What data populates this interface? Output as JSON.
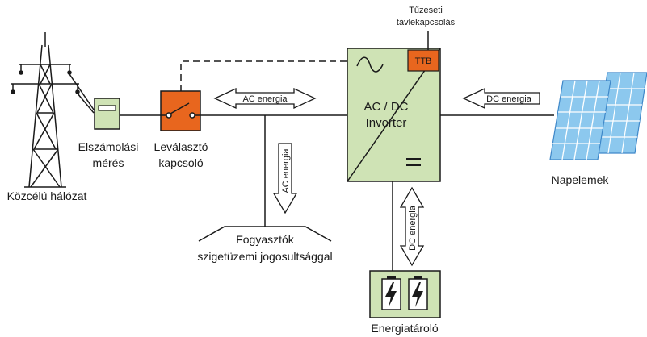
{
  "labels": {
    "grid": "Közcélú hálózat",
    "meter_line1": "Elszámolási",
    "meter_line2": "mérés",
    "switch_line1": "Leválasztó",
    "switch_line2": "kapcsoló",
    "consumers_line1": "Fogyasztók",
    "consumers_line2": "szigetüzemi jogosultsággal",
    "inverter_line1": "AC / DC",
    "inverter_line2": "Inverter",
    "ttb": "TTB",
    "fire_line1": "Tűzeseti",
    "fire_line2": "távlekapcsolás",
    "panels": "Napelemek",
    "storage": "Energiatároló"
  },
  "arrows": {
    "ac_horizontal": "AC energia",
    "ac_vertical": "AC energia",
    "dc_horizontal": "DC energia",
    "dc_vertical": "DC energia"
  },
  "colors": {
    "line": "#1a1a1a",
    "component_green": "#cfe3b5",
    "component_orange": "#e8661e",
    "panel_blue": "#8cc8ee",
    "panel_frame": "#3f88c9"
  }
}
